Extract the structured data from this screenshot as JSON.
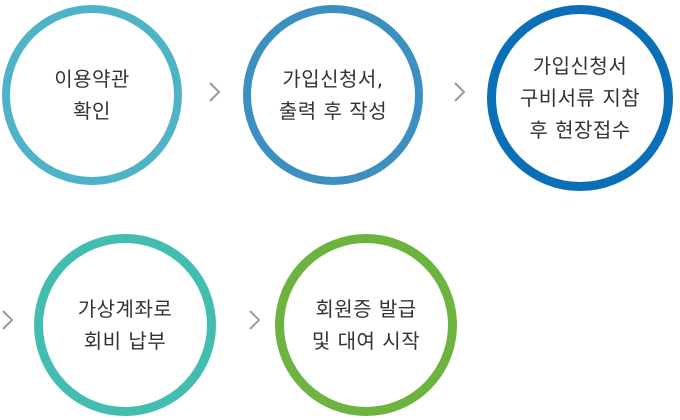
{
  "steps": [
    {
      "label": "이용약관\n확인",
      "color": "#4fb3c8"
    },
    {
      "label": "가입신청서,\n출력 후 작성",
      "color": "#3c8fc0"
    },
    {
      "label": "가입신청서\n구비서류 지참\n후 현장접수",
      "color": "#0b6fb8"
    },
    {
      "label": "가상계좌로\n회비 납부",
      "color": "#43bdb0"
    },
    {
      "label": "회원증 발급\n및 대여 시작",
      "color": "#6db33f"
    }
  ],
  "arrow_color": "#9a9a9a"
}
